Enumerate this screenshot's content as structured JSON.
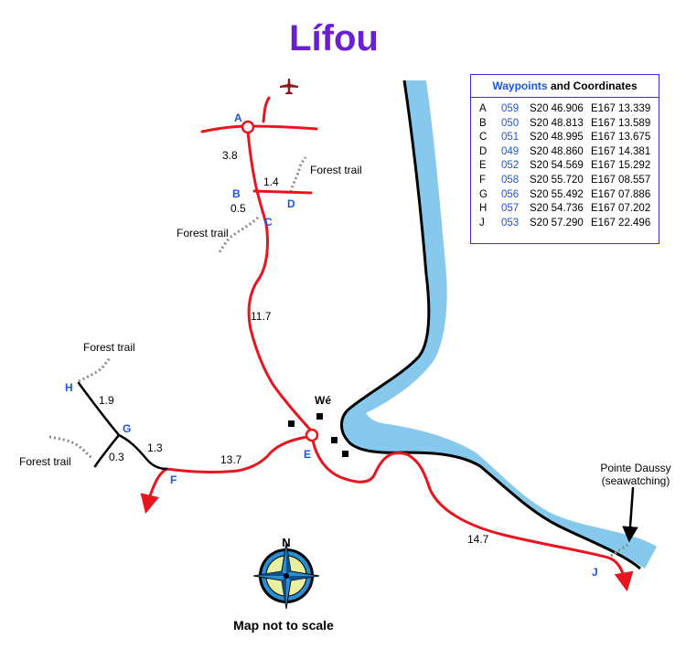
{
  "title": "Lífou",
  "town": "Wé",
  "map_note": "Map not to scale",
  "compass_label": "N",
  "waypoint_table": {
    "title_highlight": "Waypoints",
    "title_rest": " and Coordinates",
    "rows": [
      {
        "id": "A",
        "num": "059",
        "lat": "S20 46.906",
        "lon": "E167 13.339"
      },
      {
        "id": "B",
        "num": "050",
        "lat": "S20 48.813",
        "lon": "E167 13.589"
      },
      {
        "id": "C",
        "num": "051",
        "lat": "S20 48.995",
        "lon": "E167 13.675"
      },
      {
        "id": "D",
        "num": "049",
        "lat": "S20 48.860",
        "lon": "E167 14.381"
      },
      {
        "id": "E",
        "num": "052",
        "lat": "S20 54.569",
        "lon": "E167 15.292"
      },
      {
        "id": "F",
        "num": "058",
        "lat": "S20 55.720",
        "lon": "E167 08.557"
      },
      {
        "id": "G",
        "num": "056",
        "lat": "S20 55.492",
        "lon": "E167 07.886"
      },
      {
        "id": "H",
        "num": "057",
        "lat": "S20 54.736",
        "lon": "E167 07.202"
      },
      {
        "id": "J",
        "num": "053",
        "lat": "S20 57.290",
        "lon": "E167 22.496"
      }
    ]
  },
  "waypoint_labels": {
    "A": "A",
    "B": "B",
    "C": "C",
    "D": "D",
    "E": "E",
    "F": "F",
    "G": "G",
    "H": "H",
    "J": "J"
  },
  "distances": {
    "a_b": "3.8",
    "b_d": "1.4",
    "b_c": "0.5",
    "c_e": "11.7",
    "h_g": "1.9",
    "g_f": "1.3",
    "g_spur": "0.3",
    "f_e": "13.7",
    "e_j": "14.7"
  },
  "trails": {
    "d": "Forest trail",
    "c": "Forest trail",
    "h": "Forest trail",
    "g": "Forest trail"
  },
  "pointe_daussy": {
    "line1": "Pointe Daussy",
    "line2": "(seawatching)"
  },
  "colors": {
    "road": "#e8141e",
    "water": "#87c9ec",
    "coast": "#000000",
    "trail": "#8a8a8a",
    "waypoint_text": "#1a55e0",
    "title": "#6a1fd0"
  }
}
